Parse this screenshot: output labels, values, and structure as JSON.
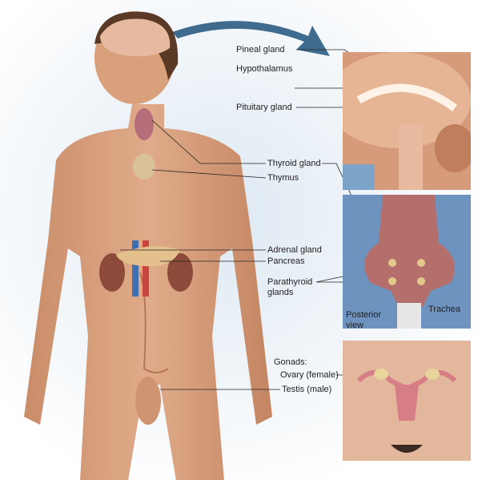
{
  "labels": {
    "pineal": "Pineal gland",
    "hypothalamus": "Hypothalamus",
    "pituitary": "Pituitary gland",
    "thyroid": "Thyroid gland",
    "thymus": "Thymus",
    "adrenal": "Adrenal gland",
    "pancreas": "Pancreas",
    "parathyroid_1": "Parathyroid",
    "parathyroid_2": "glands",
    "trachea": "Trachea",
    "posterior_1": "Posterior",
    "posterior_2": "view",
    "gonads": "Gonads:",
    "ovary": "Ovary (female)",
    "testis": "Testis (male)"
  },
  "colors": {
    "skin": "#d9a17e",
    "background_glow": "#e3edf5",
    "arrow": "#3f6c8e",
    "brain_panel": "#c98a68",
    "thyroid_panel": "#6f93bf",
    "gonad_panel": "#e2b79b"
  }
}
